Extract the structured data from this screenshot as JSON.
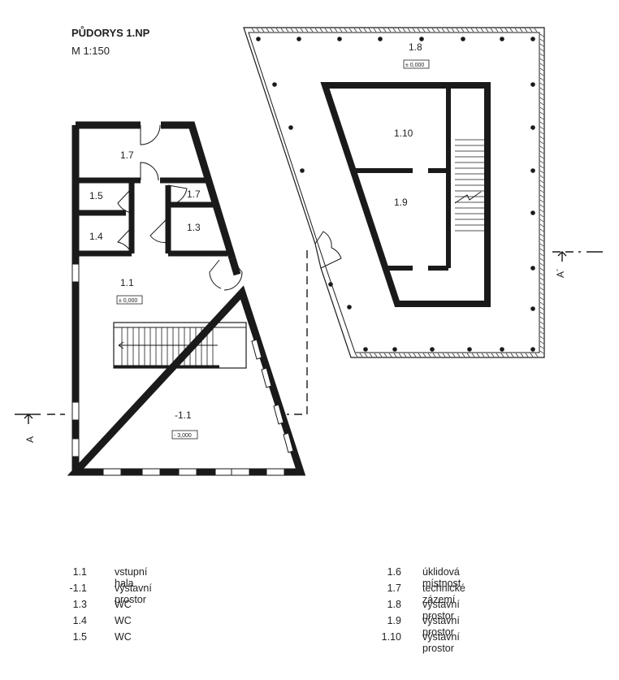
{
  "header": {
    "title": "PŮDORYS 1.NP",
    "scale": "M 1:150"
  },
  "rooms": {
    "r17a": "1.7",
    "r15": "1.5",
    "r17b": "1.7",
    "r14": "1.4",
    "r13": "1.3",
    "r11": "1.1",
    "r11_level": "± 0,000",
    "rm11": "-1.1",
    "rm11_level": "- 3,000",
    "r18": "1.8",
    "r18_level": "± 0,000",
    "r110": "1.10",
    "r19": "1.9"
  },
  "section": {
    "left": "A",
    "right": "A´"
  },
  "legend": {
    "left": [
      {
        "code": "1.1",
        "name": "vstupní hala"
      },
      {
        "code": "-1.1",
        "name": "výstavní prostor"
      },
      {
        "code": "1.3",
        "name": "WC"
      },
      {
        "code": "1.4",
        "name": "WC"
      },
      {
        "code": "1.5",
        "name": "WC"
      }
    ],
    "right": [
      {
        "code": "1.6",
        "name": "úklidová místnost"
      },
      {
        "code": "1.7",
        "name": "technické zázemí"
      },
      {
        "code": "1.8",
        "name": "výstavní prostor"
      },
      {
        "code": "1.9",
        "name": "výstavní prostor"
      },
      {
        "code": "1.10",
        "name": "výstavní prostor"
      }
    ]
  }
}
